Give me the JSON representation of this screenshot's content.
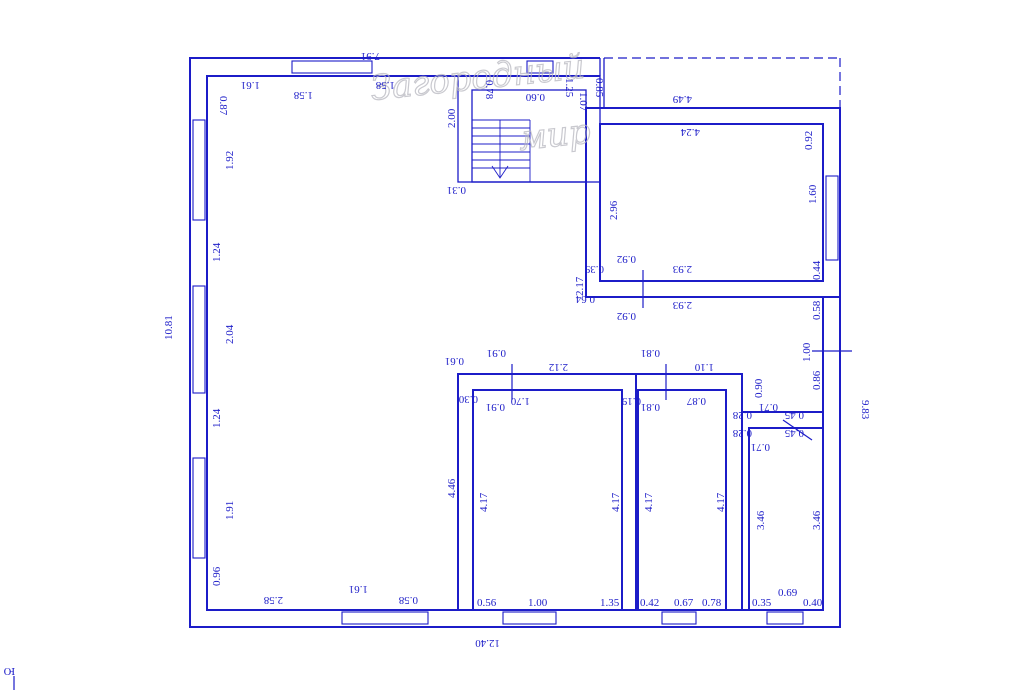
{
  "watermark": {
    "line1": "Загородный",
    "line2": "мир"
  },
  "compass_label": "Ю",
  "dimensions": {
    "top_overall": "7.91",
    "left_overall": "10.81",
    "right_overall": "9.83",
    "bottom_overall": "12.40",
    "hall_top_1": "1.61",
    "hall_top_window": "1.58",
    "hall_top_2": "1.58",
    "stair_height": "2.00",
    "stair_a": "0.78",
    "stair_b": "0.60",
    "stair_c": "1.25",
    "stair_d": "1.07",
    "stair_e": "0.85",
    "stair_bottom": "0.31",
    "left_1": "0.87",
    "left_2": "1.92",
    "left_3": "1.24",
    "left_4": "2.04",
    "left_5": "1.24",
    "left_6": "1.91",
    "left_7": "0.96",
    "hall_bottom_1": "2.58",
    "hall_bottom_2": "1.61",
    "hall_bottom_3": "0.58",
    "hall_inner_right": "4.46",
    "terrace_width": "4.49",
    "room_a_top": "4.24",
    "room_a_left": "2.96",
    "room_a_right_1": "0.92",
    "room_a_right_2": "1.60",
    "room_a_right_3": "0.44",
    "room_a_bottom_1": "0.39",
    "room_a_door": "0.92",
    "room_a_bottom_2": "2.93",
    "corridor_left": "2.17",
    "corridor_1": "0.64",
    "corridor_door": "0.92",
    "corridor_2": "2.93",
    "right_1": "0.58",
    "right_door": "1.00",
    "right_2": "0.86",
    "right_3": "0.90",
    "b1_top_1": "0.61",
    "b1_top_door": "0.91",
    "b1_top_2": "2.12",
    "b1_in_1": "0.30",
    "b1_in_door": "0.91",
    "b1_in_2": "1.70",
    "b1_left": "4.17",
    "b1_right": "4.17",
    "b1_bottom_1": "0.56",
    "b1_bottom_2": "1.00",
    "b1_bottom_3": "1.35",
    "b2_top_door": "0.81",
    "b2_top_2": "1.10",
    "b2_in_1": "0.19",
    "b2_in_door": "0.81",
    "b2_in_2": "0.87",
    "b2_left": "4.17",
    "b2_right": "4.17",
    "b2_bottom_1": "0.42",
    "b2_bottom_2": "0.67",
    "b2_bottom_3": "0.78",
    "b3_top_1": "0.28",
    "b3_top_2": "0.71",
    "b3_top_3": "0.45",
    "b3_in_1": "0.28",
    "b3_in_2": "0.71",
    "b3_in_3": "0.45",
    "b3_left": "3.46",
    "b3_right": "3.46",
    "b3_bottom_1": "0.35",
    "b3_bottom_2": "0.69",
    "b3_bottom_3": "0.40"
  }
}
